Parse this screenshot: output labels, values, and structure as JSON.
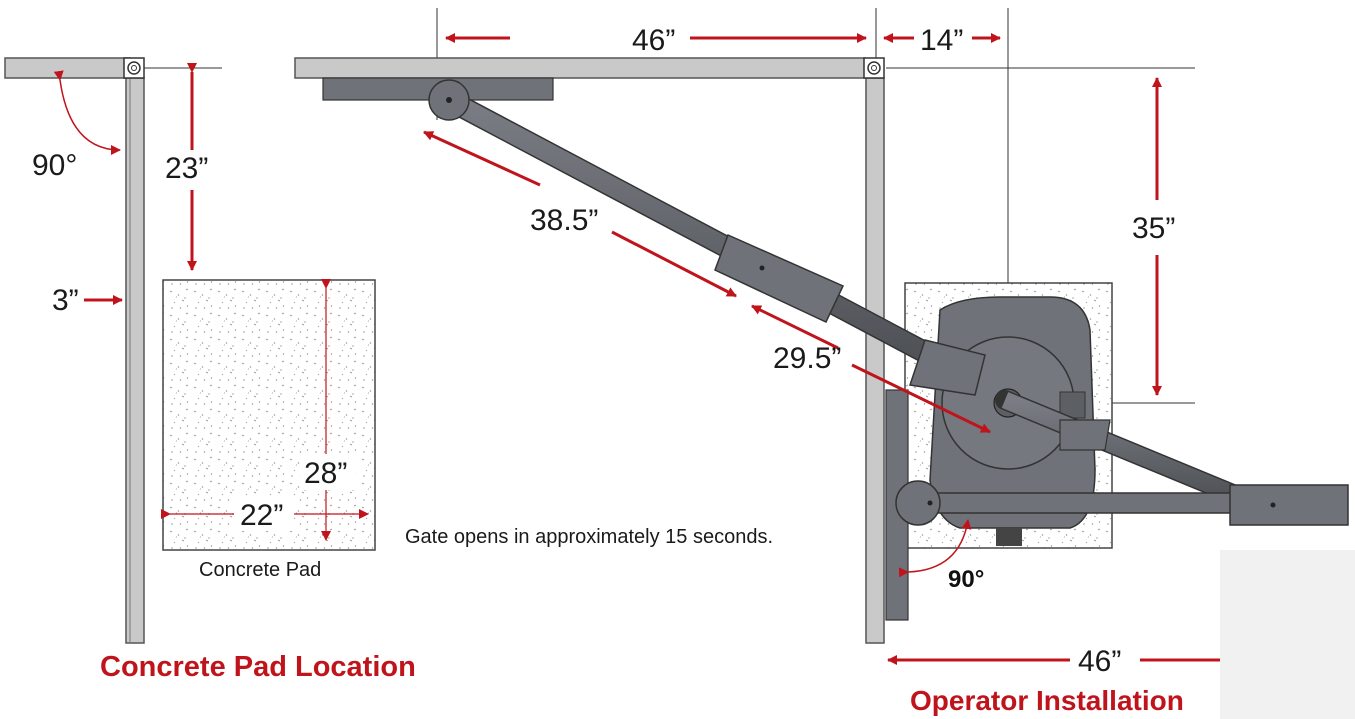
{
  "labels": {
    "gate_opening_width": "46”",
    "hinge_offset": "14”",
    "post_to_pad": "23”",
    "left_angle": "90°",
    "post_gap": "3”",
    "pad_width": "22”",
    "pad_length": "28”",
    "pad_caption": "Concrete Pad",
    "arm_length": "38.5”",
    "arm_extension": "29.5”",
    "gate_to_operator": "35”",
    "right_angle": "90°",
    "opened_arm_span": "46”",
    "note": "Gate opens in approximately 15 seconds.",
    "left_title": "Concrete Pad Location",
    "right_title": "Operator Installation"
  },
  "colors": {
    "accent": "#c0141c",
    "structure": "#c9c9c9",
    "operator": "#6f7379",
    "ink": "#1a1a1a"
  }
}
